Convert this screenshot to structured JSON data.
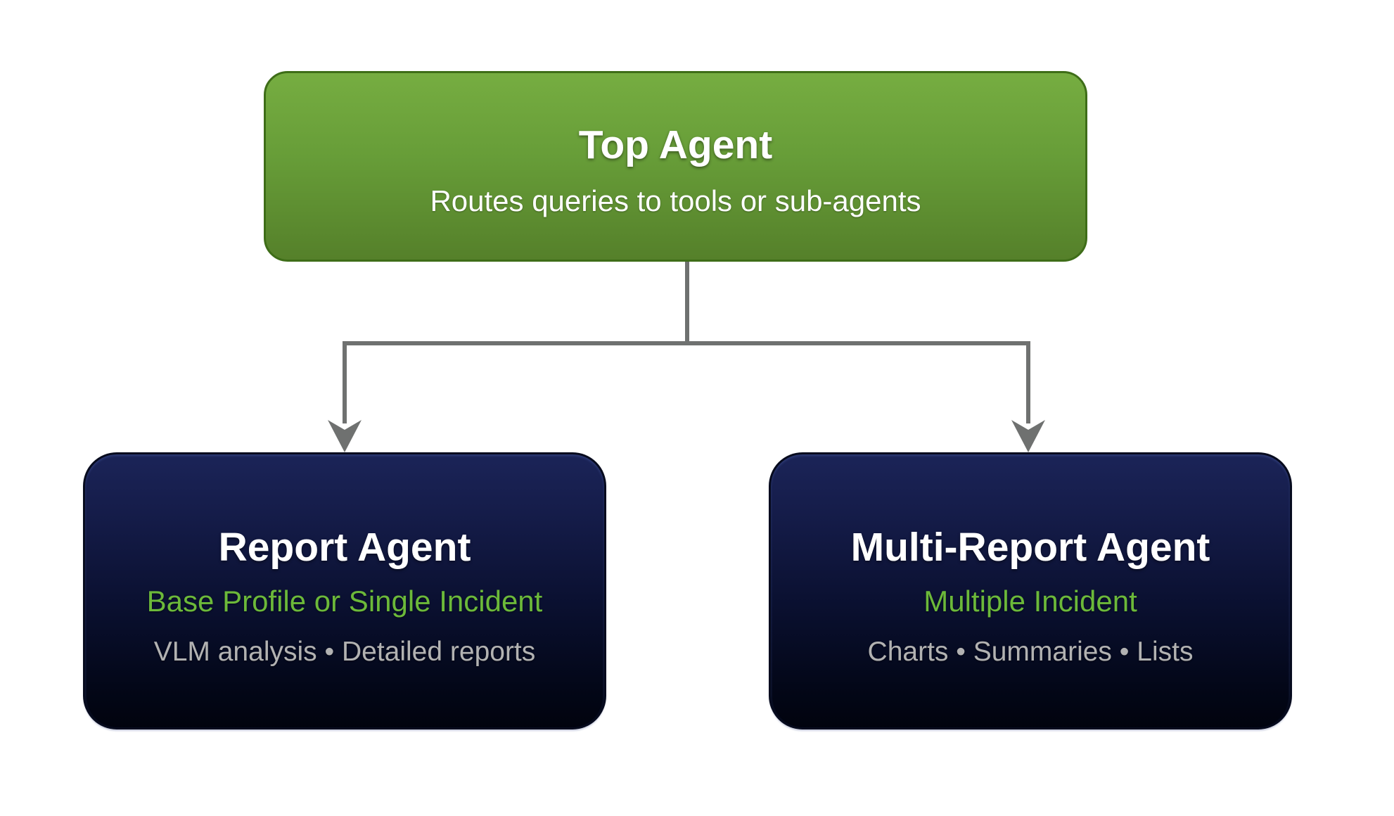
{
  "nodes": {
    "top": {
      "title": "Top Agent",
      "subtitle": "Routes queries to tools or sub-agents"
    },
    "report": {
      "title": "Report Agent",
      "tag": "Base Profile or Single Incident",
      "detail": "VLM analysis • Detailed reports"
    },
    "multi_report": {
      "title": "Multi-Report Agent",
      "tag": "Multiple Incident",
      "detail": "Charts • Summaries • Lists"
    }
  },
  "colors": {
    "green-top": "#76ad41",
    "green-bottom": "#55802a",
    "green-border": "#3e6d18",
    "navy-top": "#1b2458",
    "navy-mid": "#0a1030",
    "navy-bottom": "#01030e",
    "navy-border": "#070b1e",
    "accent-green": "#6cb93a",
    "muted-gray": "#b2b2b2",
    "arrow-gray": "#6f7170",
    "title-white": "#ffffff"
  }
}
